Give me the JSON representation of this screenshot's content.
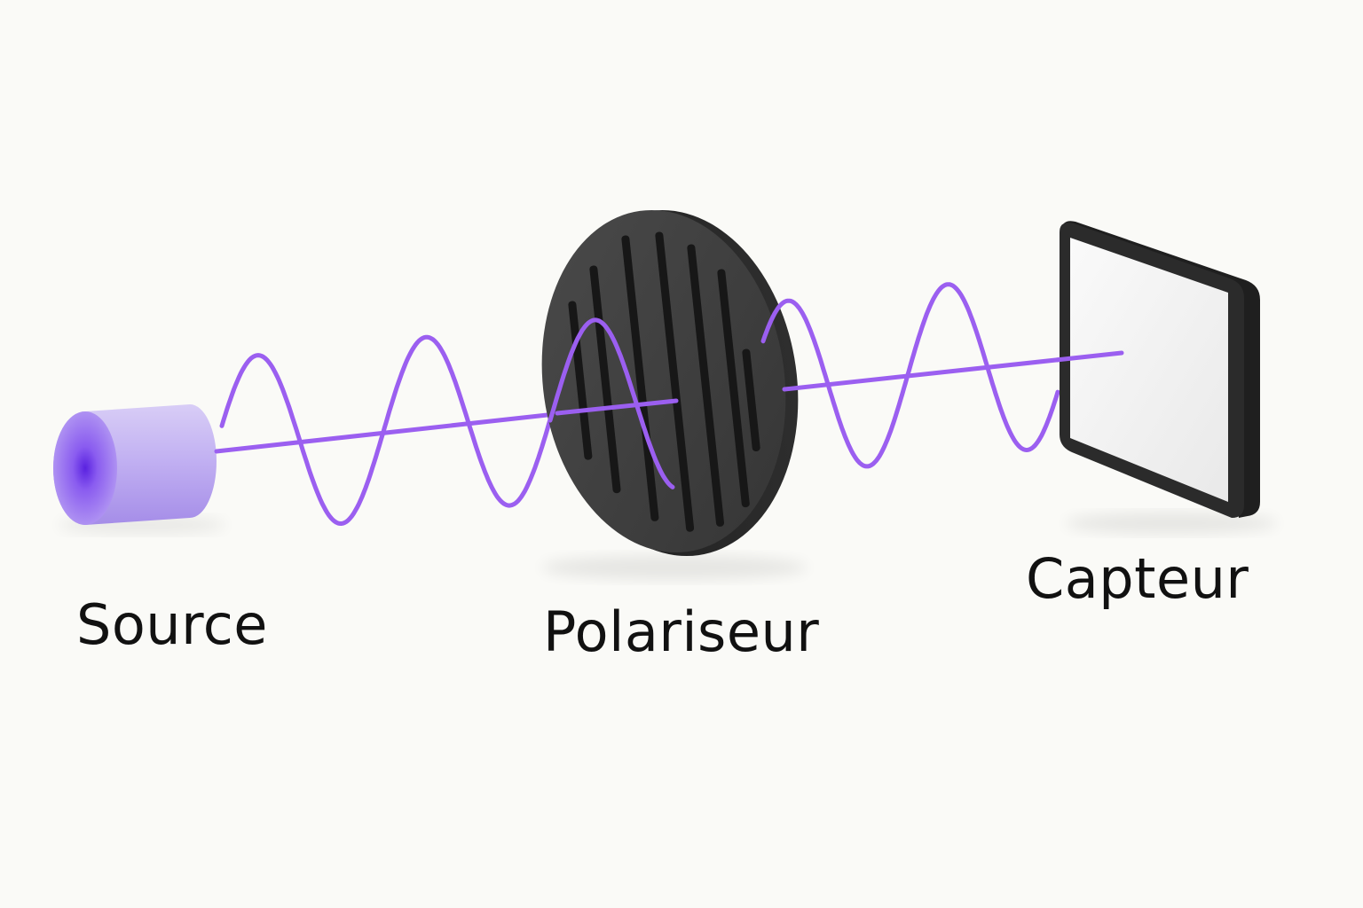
{
  "labels": {
    "source": "Source",
    "polarizer": "Polariseur",
    "sensor": "Capteur"
  },
  "colors": {
    "background": "#fafaf7",
    "wave": "#9b5ff0",
    "source_body": "#b59cf0",
    "source_glow": "#6b2fe6",
    "polarizer_body": "#3a3a3a",
    "sensor_frame": "#2b2b2b",
    "sensor_face": "#f3f3f3"
  },
  "icons": {
    "source": "cylinder-light-source-icon",
    "polarizer": "slotted-disc-polarizer-icon",
    "sensor": "square-panel-sensor-icon"
  }
}
